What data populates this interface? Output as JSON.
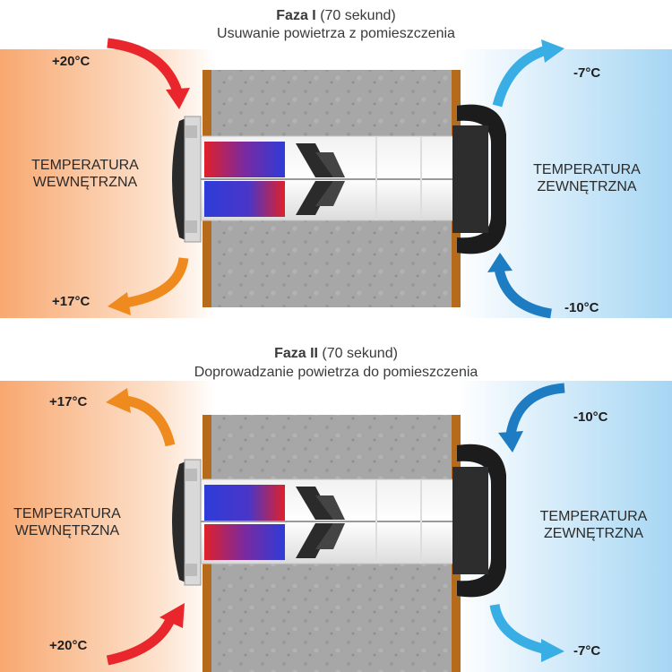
{
  "phase1": {
    "title_bold": "Faza I",
    "title_rest": "(70 sekund)",
    "subtitle": "Usuwanie powietrza z pomieszczenia",
    "indoor_label_1": "TEMPERATURA",
    "indoor_label_2": "WEWNĘTRZNA",
    "outdoor_label_1": "TEMPERATURA",
    "outdoor_label_2": "ZEWNĘTRZNA",
    "temp_in_top": "+20°C",
    "temp_in_bottom": "+17°C",
    "temp_out_top": "-7°C",
    "temp_out_bottom": "-10°C"
  },
  "phase2": {
    "title_bold": "Faza II",
    "title_rest": "(70 sekund)",
    "subtitle": "Doprowadzanie powietrza do pomieszczenia",
    "indoor_label_1": "TEMPERATURA",
    "indoor_label_2": "WEWNĘTRZNA",
    "outdoor_label_1": "TEMPERATURA",
    "outdoor_label_2": "ZEWNĘTRZNA",
    "temp_in_top": "+17°C",
    "temp_in_bottom": "+20°C",
    "temp_out_top": "-10°C",
    "temp_out_bottom": "-7°C"
  },
  "colors": {
    "warm": "#f7a56e",
    "cold": "#9fd3f2",
    "arrow_red": "#e8262b",
    "arrow_orange": "#ef8a1e",
    "arrow_light_blue": "#38aee4",
    "arrow_dark_blue": "#1e7cc3",
    "wall": "#a9a9a9",
    "wood": "#b56a1c"
  }
}
